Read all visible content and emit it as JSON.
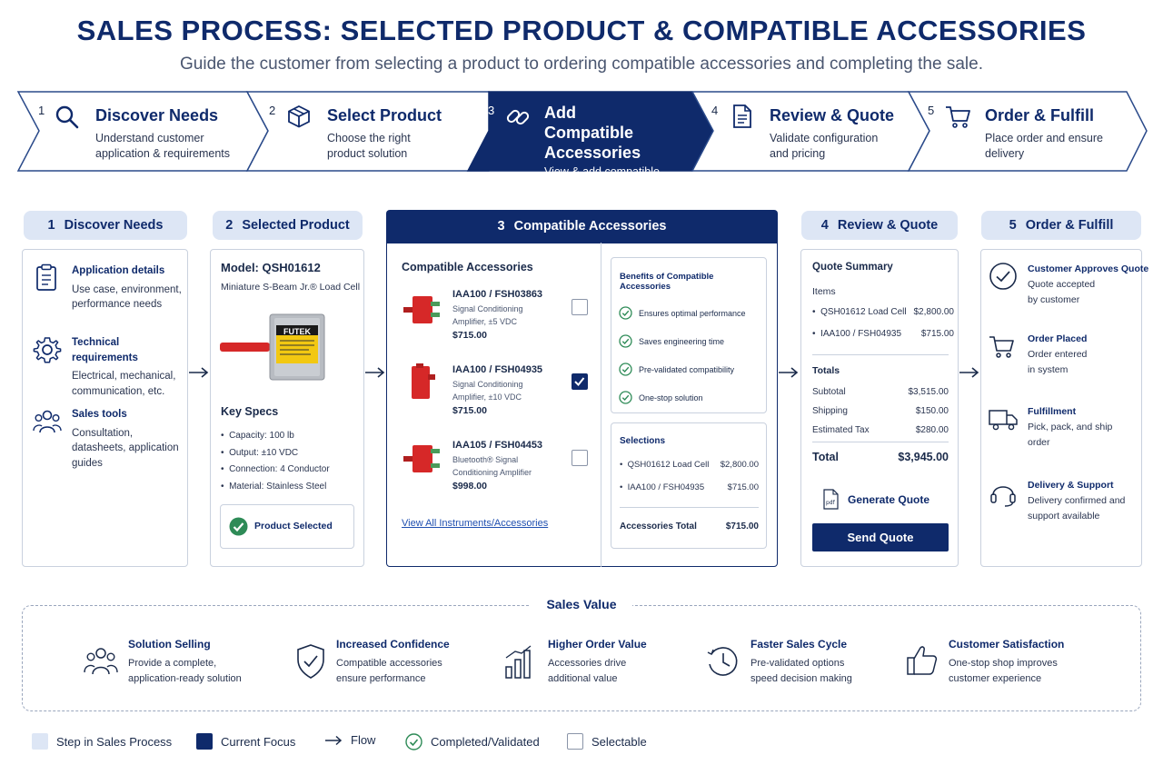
{
  "header": {
    "title": "SALES PROCESS: SELECTED PRODUCT & COMPATIBLE ACCESSORIES",
    "subtitle": "Guide the customer from selecting a product to ordering compatible accessories and completing the sale."
  },
  "steps": [
    {
      "num": "1",
      "title": "Discover Needs",
      "desc": "Understand customer application & requirements",
      "icon": "search-icon"
    },
    {
      "num": "2",
      "title": "Select Product",
      "desc": "Choose the right product solution",
      "icon": "box-icon"
    },
    {
      "num": "3",
      "title": "Add Compatible Accessories",
      "desc": "View & add compatible accessories",
      "icon": "link-icon"
    },
    {
      "num": "4",
      "title": "Review & Quote",
      "desc": "Validate configuration and pricing",
      "icon": "document-icon"
    },
    {
      "num": "5",
      "title": "Order & Fulfill",
      "desc": "Place order and ensure delivery",
      "icon": "cart-icon"
    }
  ],
  "columns": {
    "discover": {
      "num": "1",
      "label": "Discover Needs",
      "items": [
        {
          "title": "Application details",
          "desc": "Use case, environment, performance needs",
          "icon": "clipboard-icon"
        },
        {
          "title": "Technical requirements",
          "desc": "Electrical, mechanical, communication, etc.",
          "icon": "gear-icon"
        },
        {
          "title": "Sales tools",
          "desc": "Consultation, datasheets, application guides",
          "icon": "users-icon"
        }
      ]
    },
    "product": {
      "num": "2",
      "label": "Selected Product",
      "model": "Model: QSH01612",
      "name": "Miniature S-Beam Jr.® Load Cell",
      "brand": "FUTEK",
      "specs_title": "Key Specs",
      "specs": [
        "Capacity: 100 lb",
        "Output: ±10 VDC",
        "Connection: 4 Conductor",
        "Material: Stainless Steel"
      ],
      "selected_label": "Product Selected"
    },
    "accessories": {
      "num": "3",
      "label": "Compatible Accessories",
      "list_title": "Compatible Accessories",
      "items": [
        {
          "sku": "IAA100 / FSH03863",
          "desc": "Signal Conditioning Amplifier, ±5 VDC",
          "price": "$715.00",
          "checked": false
        },
        {
          "sku": "IAA100 / FSH04935",
          "desc": "Signal Conditioning Amplifier, ±10 VDC",
          "price": "$715.00",
          "checked": true
        },
        {
          "sku": "IAA105 / FSH04453",
          "desc": "Bluetooth® Signal Conditioning Amplifier",
          "price": "$998.00",
          "checked": false
        }
      ],
      "view_all": "View All Instruments/Accessories",
      "benefits_title": "Benefits of Compatible Accessories",
      "benefits": [
        "Ensures optimal performance",
        "Saves engineering time",
        "Pre-validated compatibility",
        "One-stop solution"
      ],
      "selections_title": "Selections",
      "selections": [
        {
          "name": "QSH01612 Load Cell",
          "price": "$2,800.00"
        },
        {
          "name": "IAA100 / FSH04935",
          "price": "$715.00"
        }
      ],
      "total_label": "Accessories Total",
      "total_value": "$715.00"
    },
    "review": {
      "num": "4",
      "label": "Review & Quote",
      "summary_title": "Quote Summary",
      "items_label": "Items",
      "items": [
        {
          "name": "QSH01612 Load Cell",
          "price": "$2,800.00"
        },
        {
          "name": "IAA100 / FSH04935",
          "price": "$715.00"
        }
      ],
      "totals_label": "Totals",
      "subtotal_label": "Subtotal",
      "subtotal": "$3,515.00",
      "shipping_label": "Shipping",
      "shipping": "$150.00",
      "tax_label": "Estimated Tax",
      "tax": "$280.00",
      "total_label": "Total",
      "total": "$3,945.00",
      "generate_label": "Generate Quote",
      "send_label": "Send Quote"
    },
    "order": {
      "num": "5",
      "label": "Order & Fulfill",
      "items": [
        {
          "title": "Customer Approves Quote",
          "desc": "Quote accepted by customer",
          "icon": "check-circle-icon"
        },
        {
          "title": "Order Placed",
          "desc": "Order entered in system",
          "icon": "cart-icon"
        },
        {
          "title": "Fulfillment",
          "desc": "Pick, pack, and ship order",
          "icon": "truck-icon"
        },
        {
          "title": "Delivery & Support",
          "desc": "Delivery confirmed and support available",
          "icon": "headset-icon"
        }
      ]
    }
  },
  "sales_value": {
    "label": "Sales Value",
    "items": [
      {
        "title": "Solution Selling",
        "desc": "Provide a complete, application-ready solution",
        "icon": "users-icon"
      },
      {
        "title": "Increased Confidence",
        "desc": "Compatible accessories ensure performance",
        "icon": "shield-check-icon"
      },
      {
        "title": "Higher Order Value",
        "desc": "Accessories drive additional value",
        "icon": "bar-chart-icon"
      },
      {
        "title": "Faster Sales Cycle",
        "desc": "Pre-validated options speed decision making",
        "icon": "clock-icon"
      },
      {
        "title": "Customer Satisfaction",
        "desc": "One-stop shop improves customer experience",
        "icon": "thumbs-up-icon"
      }
    ]
  },
  "legend": [
    {
      "label": "Step in Sales Process"
    },
    {
      "label": "Current Focus"
    },
    {
      "label": "Flow"
    },
    {
      "label": "Completed/Validated"
    },
    {
      "label": "Selectable"
    }
  ],
  "colors": {
    "navy": "#0f2a6b",
    "light_blue": "#dde6f5",
    "green": "#2e8b57",
    "accessory_red": "#d62828"
  }
}
